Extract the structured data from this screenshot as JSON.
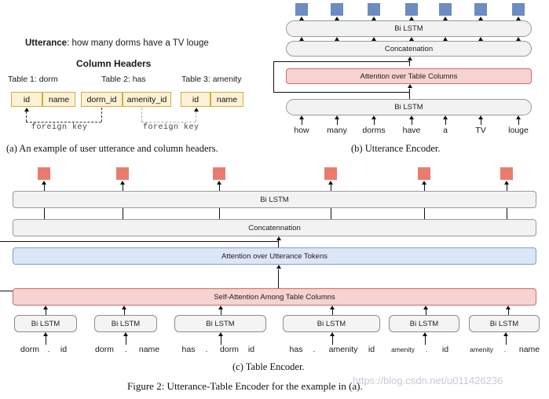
{
  "figure": {
    "caption": "Figure 2: Utterance-Table Encoder for the example in (a).",
    "watermark": "https://blog.csdn.net/u011426236"
  },
  "panel_a": {
    "caption": "(a) An example of user utterance and column headers.",
    "utterance_label": "Utterance",
    "utterance_sep": ": ",
    "utterance_text": "how many dorms have a TV louge",
    "column_headers_title": "Column Headers",
    "tables": [
      {
        "label": "Table 1: dorm",
        "columns": [
          "id",
          "name"
        ]
      },
      {
        "label": "Table 2: has",
        "columns": [
          "dorm_id",
          "amenity_id"
        ]
      },
      {
        "label": "Table 3: amenity",
        "columns": [
          "id",
          "name"
        ]
      }
    ],
    "foreign_key_labels": [
      "foreign key",
      "foreign key"
    ]
  },
  "panel_b": {
    "caption": "(b) Utterance Encoder.",
    "top_bar": "Bi LSTM",
    "concat_bar": "Concatenation",
    "attention_bar": "Attention over Table Columns",
    "bottom_bar": "Bi LSTM",
    "tokens": [
      "how",
      "many",
      "dorms",
      "have",
      "a",
      "TV",
      "louge"
    ],
    "output_count": 7
  },
  "panel_c": {
    "caption": "(c) Table Encoder.",
    "top_bar": "Bi LSTM",
    "concat_bar": "Concatennation",
    "attention_bar": "Attention over Utterance Tokens",
    "self_attention_bar": "Self-Attention Among Table Columns",
    "lstm_label": "Bi LSTM",
    "columns": [
      {
        "tokens": [
          "dorm",
          ".",
          "id"
        ]
      },
      {
        "tokens": [
          "dorm",
          ".",
          "name"
        ]
      },
      {
        "tokens": [
          "has",
          ".",
          "dorm",
          "id"
        ]
      },
      {
        "tokens": [
          "has",
          ".",
          "amenity",
          "id"
        ]
      },
      {
        "tokens": [
          "amenity",
          ".",
          "id"
        ]
      },
      {
        "tokens": [
          "amenity",
          ".",
          "name"
        ]
      }
    ],
    "output_count": 6
  },
  "colors": {
    "output_blue": "#6d8cc0",
    "output_red": "#ec7b6f",
    "attention_pink_bg": "#f6d3d0",
    "attention_pink_border": "#d06b63",
    "attention_blue_bg": "#dce6f6",
    "attention_blue_border": "#7f9fc8",
    "bar_grey_bg": "#f2f2f2",
    "bar_grey_border": "#9a9a9a",
    "table_cell_bg": "#fdf2d5",
    "table_cell_border": "#d8a93c"
  }
}
